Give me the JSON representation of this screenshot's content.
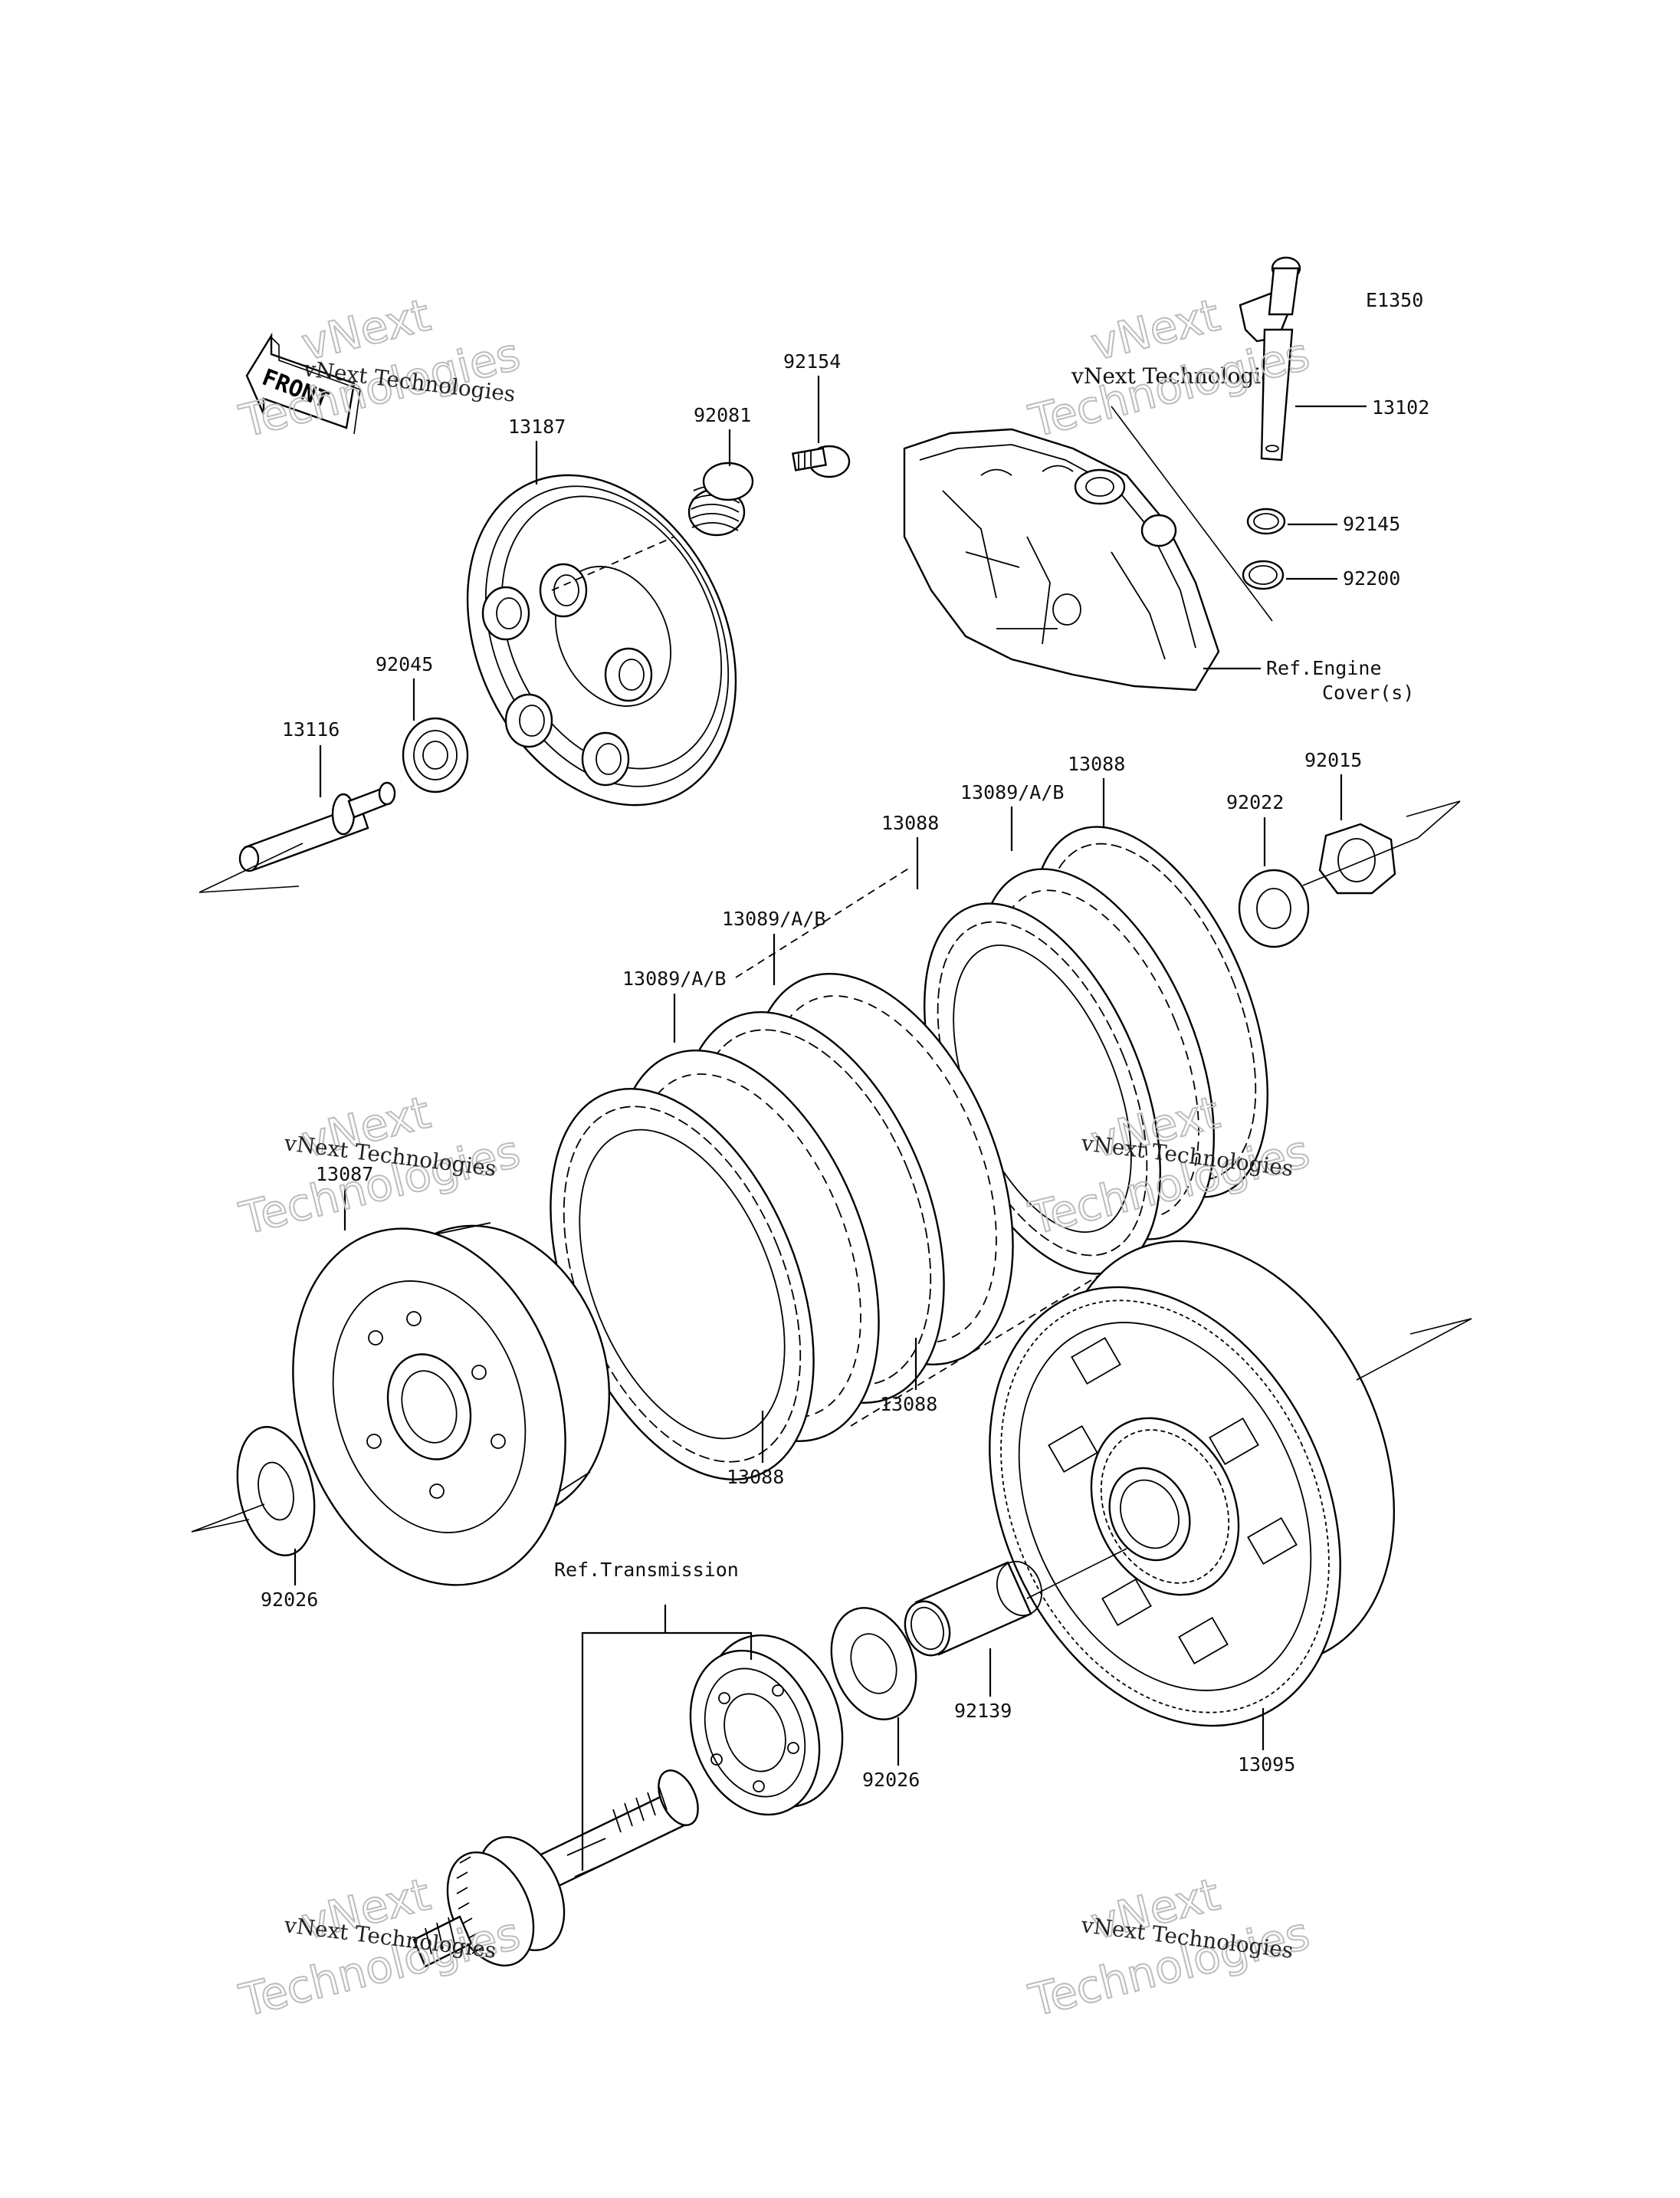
{
  "diagram_code": "E1350",
  "front_arrow_text": "FRONT",
  "part_labels": {
    "p13187": "13187",
    "p92081": "92081",
    "p92154": "92154",
    "p92045": "92045",
    "p13116": "13116",
    "p13102": "13102",
    "p92145": "92145",
    "p92200": "92200",
    "ref_engine_1": "Ref.Engine",
    "ref_engine_2": "Cover(s)",
    "p13088_top": "13088",
    "p13089_top": "13089/A/B",
    "p92015": "92015",
    "p92022": "92022",
    "p13088_mid": "13088",
    "p13089_mid": "13089/A/B",
    "p13089_low": "13089/A/B",
    "p13087": "13087",
    "p13088_bottom1": "13088",
    "p13088_bottom2": "13088",
    "p92026_left": "92026",
    "ref_transmission": "Ref.Transmission",
    "p92139": "92139",
    "p92026_mid": "92026",
    "p13095": "13095"
  },
  "watermark": {
    "line1": "vNext Technologies",
    "line2": "vNext",
    "line3": "Technologies"
  }
}
